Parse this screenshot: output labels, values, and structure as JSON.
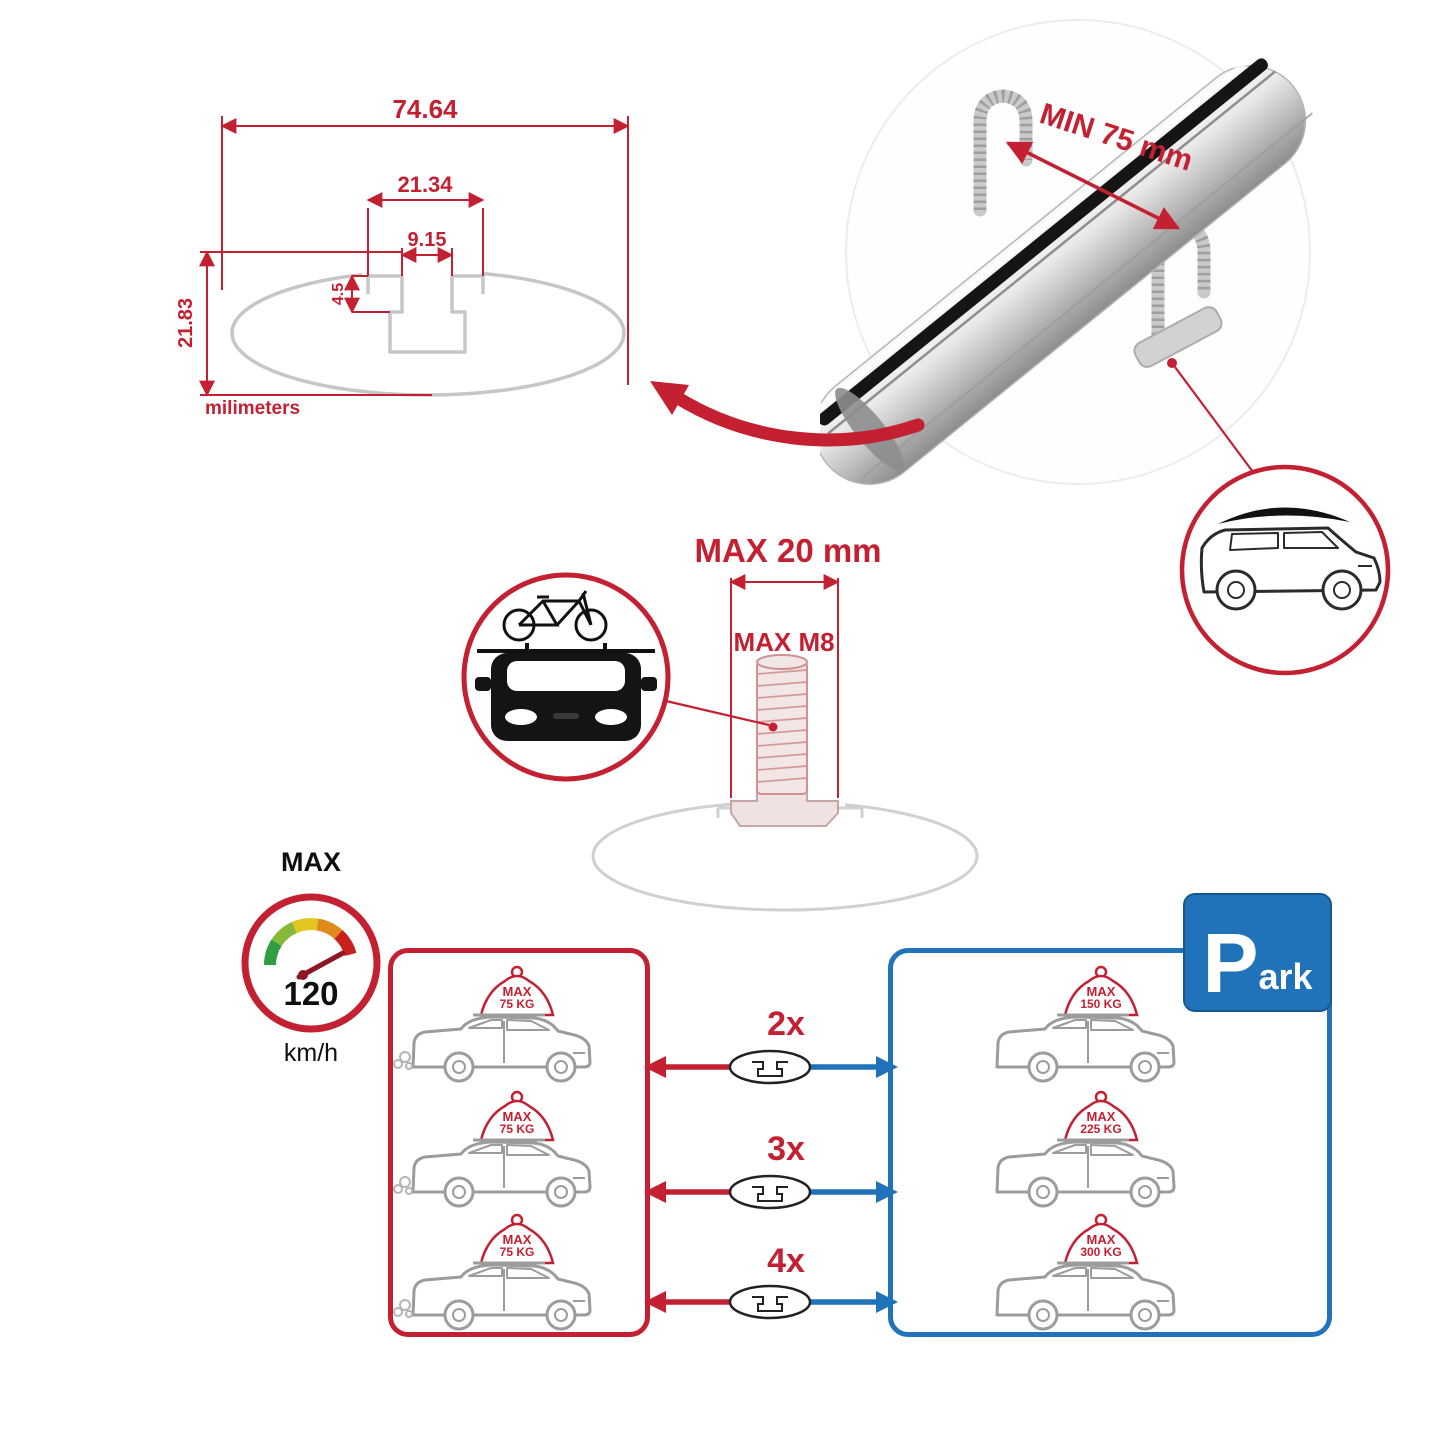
{
  "colors": {
    "red": "#c32032",
    "blue": "#2173b9",
    "gray": "#c6c6c6"
  },
  "cross_section": {
    "total_width": "74.64",
    "upper_width": "21.34",
    "slot_width": "9.15",
    "lip_height": "4.5",
    "total_height": "21.83",
    "units_label": "milimeters"
  },
  "bar_detail": {
    "min_spacing_label": "MIN 75 mm"
  },
  "bolt_detail": {
    "max_plate_label": "MAX 20 mm",
    "max_thread_label": "MAX M8"
  },
  "speed_limit": {
    "title": "MAX",
    "value": "120",
    "units": "km/h"
  },
  "load_rows": [
    {
      "multiplier": "2x",
      "bar_max": "MAX",
      "bar_kg": "75 KG",
      "park_max": "MAX",
      "park_kg": "150 KG"
    },
    {
      "multiplier": "3x",
      "bar_max": "MAX",
      "bar_kg": "75 KG",
      "park_max": "MAX",
      "park_kg": "225 KG"
    },
    {
      "multiplier": "4x",
      "bar_max": "MAX",
      "bar_kg": "75 KG",
      "park_max": "MAX",
      "park_kg": "300 KG"
    }
  ],
  "park_sign": {
    "initial": "P",
    "rest": "ark"
  }
}
